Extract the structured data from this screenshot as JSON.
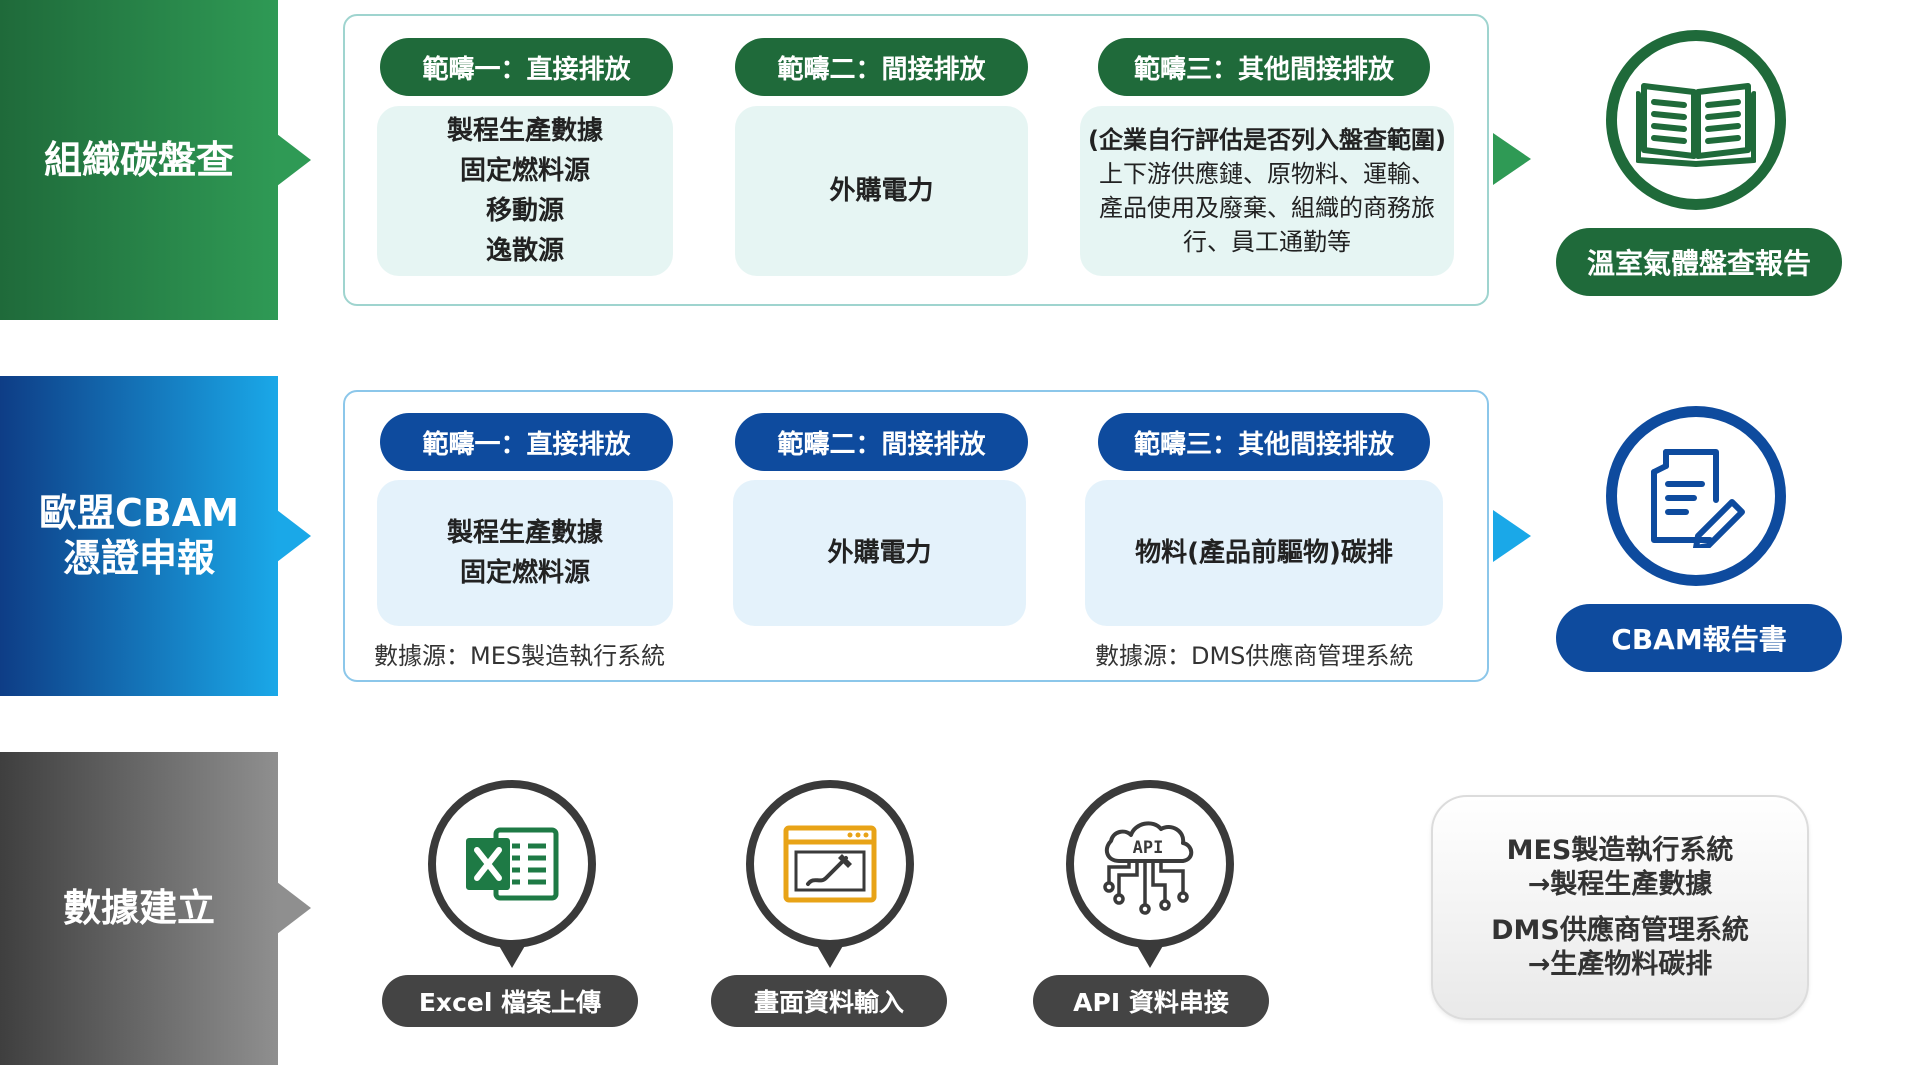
{
  "row1": {
    "title": "組織碳盤查",
    "scope1_label": "範疇一：直接排放",
    "scope2_label": "範疇二：間接排放",
    "scope3_label": "範疇三：其他間接排放",
    "scope1_items": [
      "製程生產數據",
      "固定燃料源",
      "移動源",
      "逸散源"
    ],
    "scope2_text": "外購電力",
    "scope3_bold": "(企業自行評估是否列入盤查範圍)",
    "scope3_rest": " 上下游供應鏈、原物料、運輸、產品使用及廢棄、組織的商務旅行、員工通勤等",
    "report_label": "溫室氣體盤查報告",
    "color": "#1f6a3a"
  },
  "row2": {
    "title_line1": "歐盟CBAM",
    "title_line2": "憑證申報",
    "scope1_label": "範疇一：直接排放",
    "scope2_label": "範疇二：間接排放",
    "scope3_label": "範疇三：其他間接排放",
    "scope1_items": [
      "製程生產數據",
      "固定燃料源"
    ],
    "scope2_text": "外購電力",
    "scope3_text": "物料(產品前驅物)碳排",
    "source_left": "數據源：MES製造執行系統",
    "source_right": "數據源：DMS供應商管理系統",
    "report_label": "CBAM報告書",
    "color": "#0e4b9e"
  },
  "row3": {
    "title": "數據建立",
    "excel_label": "Excel 檔案上傳",
    "screen_label": "畫面資料輸入",
    "api_label": "API 資料串接",
    "api_icon_text": "API",
    "summary_line1": "MES製造執行系統",
    "summary_line2": "→製程生產數據",
    "summary_line3": "DMS供應商管理系統",
    "summary_line4": "→生產物料碳排"
  }
}
